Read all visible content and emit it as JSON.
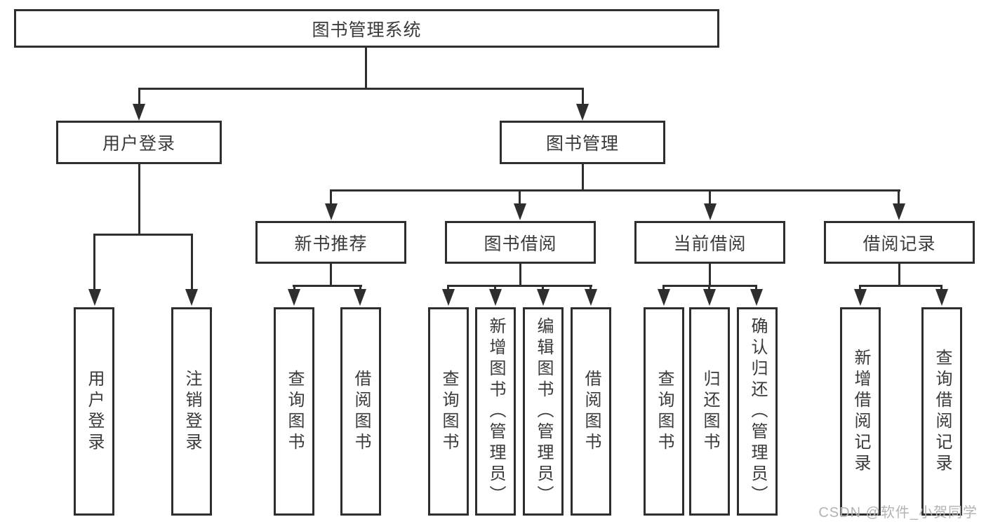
{
  "root_label": "图书管理系统",
  "user_login": {
    "label": "用户登录",
    "leaves": [
      "用户登录",
      "注销登录"
    ]
  },
  "book_mgmt": {
    "label": "图书管理",
    "sections": [
      {
        "label": "新书推荐",
        "leaves": [
          "查询图书",
          "借阅图书"
        ]
      },
      {
        "label": "图书借阅",
        "leaves": [
          "查询图书",
          "新增图书（管理员）",
          "编辑图书（管理员）",
          "借阅图书"
        ]
      },
      {
        "label": "当前借阅",
        "leaves": [
          "查询图书",
          "归还图书",
          "确认归还（管理员）"
        ]
      },
      {
        "label": "借阅记录",
        "leaves": [
          "新增借阅记录",
          "查询借阅记录"
        ]
      }
    ]
  },
  "watermark": "CSDN @软件_小贺同学",
  "colors": {
    "line": "#2e2e2e",
    "text": "#3a3a3a",
    "watermark": "#b3b3b3",
    "background": "#ffffff"
  }
}
